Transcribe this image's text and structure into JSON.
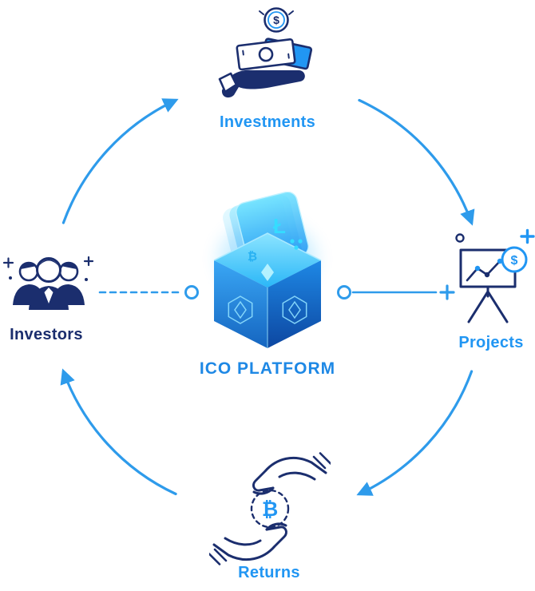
{
  "title": "ICO platform cycle diagram",
  "center": {
    "label": "ICO PLATFORM",
    "icon": "blockchain-cube-icon"
  },
  "nodes": {
    "top": {
      "label": "Investments",
      "icon": "hand-holding-money-icon"
    },
    "right": {
      "label": "Projects",
      "icon": "presentation-chart-icon"
    },
    "bottom": {
      "label": "Returns",
      "icon": "handshake-bitcoin-icon"
    },
    "left": {
      "label": "Investors",
      "icon": "investors-group-icon"
    }
  },
  "flow": {
    "direction": "clockwise",
    "sequence": [
      "Investors",
      "Investments",
      "Projects",
      "Returns"
    ]
  },
  "symbols": {
    "coin_dollar": "$",
    "bitcoin": "₿",
    "litecoin": "Ł"
  },
  "colors": {
    "arc_blue": "#2E9BEB",
    "label_blue": "#2196F3",
    "center_label_blue": "#1E88E5",
    "navy": "#1B2E6E",
    "cyan": "#35DCFF"
  }
}
